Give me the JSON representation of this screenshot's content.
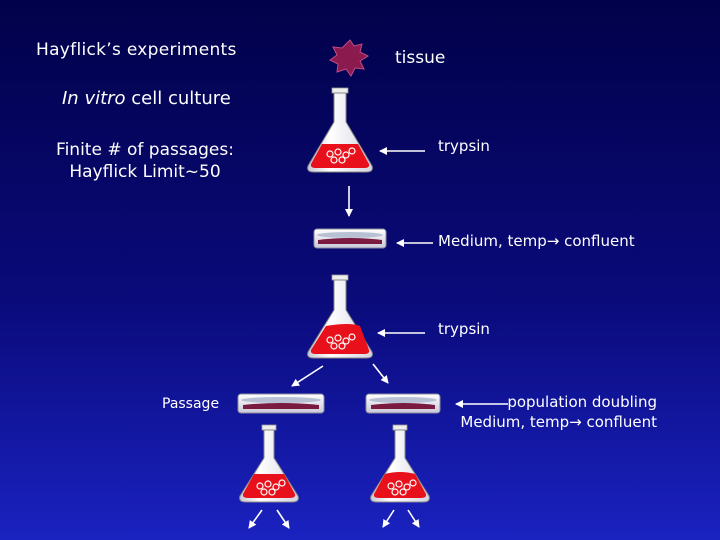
{
  "title": "Hayflick’s experiments",
  "subtitle": {
    "italic": "In vitro",
    "rest": " cell culture"
  },
  "finite_line1": "Finite # of passages:",
  "finite_line2": "Hayflick Limit~50",
  "labels": {
    "tissue": "tissue",
    "trypsin_1": "trypsin",
    "medium_1": "Medium, temp→ confluent",
    "trypsin_2": "trypsin",
    "population_line1": "population doubling",
    "population_line2": "Medium, temp→ confluent",
    "passage": "Passage"
  },
  "colors": {
    "background_top": "#01014a",
    "background_bottom": "#1a22c0",
    "tissue": "#8b1a4f",
    "medium": "#e8101a",
    "flask_glass": "#ffffff",
    "arrow": "#ffffff"
  },
  "icons": [
    "tissue-blob-icon",
    "flask-icon",
    "petri-dish-icon",
    "arrow-icon"
  ]
}
